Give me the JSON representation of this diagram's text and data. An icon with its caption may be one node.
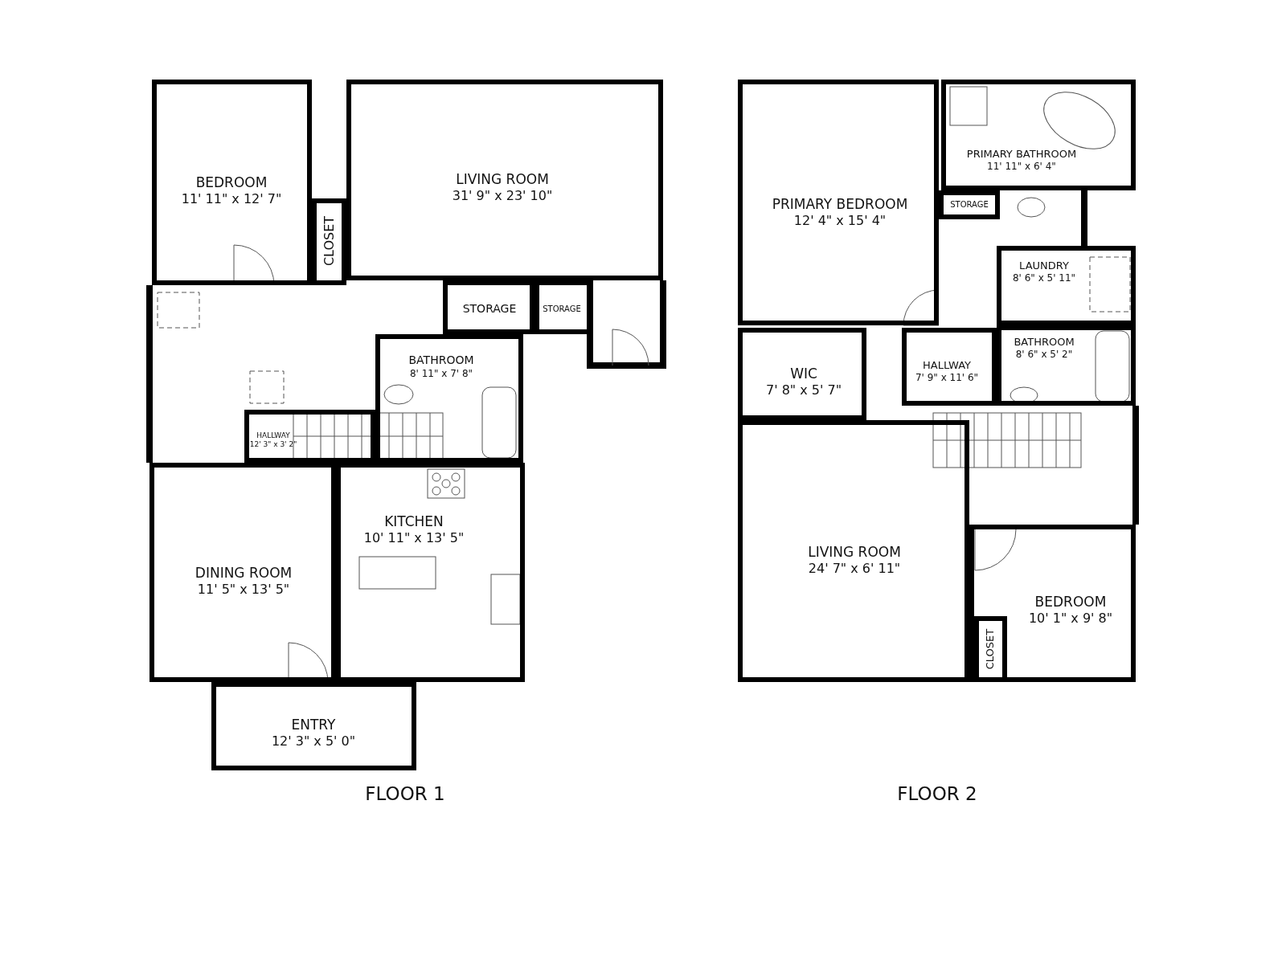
{
  "diagram": {
    "nodes": [
      {
        "text": [
          "BEDROOM",
          "11' 11\" x 12' 7\""
        ]
      },
      {
        "text": [
          "CLOSET"
        ]
      },
      {
        "text": [
          "LIVING ROOM",
          "31' 9\" x 23' 10\""
        ]
      },
      {
        "text": [
          "STORAGE"
        ]
      },
      {
        "text": [
          "STORAGE"
        ]
      },
      {
        "text": [
          "BATHROOM",
          "8' 11\" x 7' 8\""
        ]
      },
      {
        "text": [
          "HALLWAY",
          "12' 3\" x 3' 2\""
        ]
      },
      {
        "text": [
          "DINING ROOM",
          "11' 5\" x 13' 5\""
        ]
      },
      {
        "text": [
          "KITCHEN",
          "10' 11\" x 13' 5\""
        ]
      },
      {
        "text": [
          "ENTRY",
          "12' 3\" x 5' 0\""
        ]
      },
      {
        "text": [
          "PRIMARY BEDROOM",
          "12' 4\" x 15' 4\""
        ]
      },
      {
        "text": [
          "PRIMARY BATHROOM",
          "11' 11\" x 6' 4\""
        ]
      },
      {
        "text": [
          "STORAGE"
        ]
      },
      {
        "text": [
          "LAUNDRY",
          "8' 6\" x 5' 11\""
        ]
      },
      {
        "text": [
          "WIC",
          "7' 8\" x 5' 7\""
        ]
      },
      {
        "text": [
          "HALLWAY",
          "7' 9\" x 11' 6\""
        ]
      },
      {
        "text": [
          "BATHROOM",
          "8' 6\" x 5' 2\""
        ]
      },
      {
        "text": [
          "LIVING ROOM",
          "24' 7\" x 6' 11\""
        ]
      },
      {
        "text": [
          "BEDROOM",
          "10' 1\" x 9' 8\""
        ]
      },
      {
        "text": [
          "CLOSET"
        ],
        "in": 18
      }
    ],
    "labels": [
      "FLOOR 1",
      "FLOOR 2"
    ]
  }
}
